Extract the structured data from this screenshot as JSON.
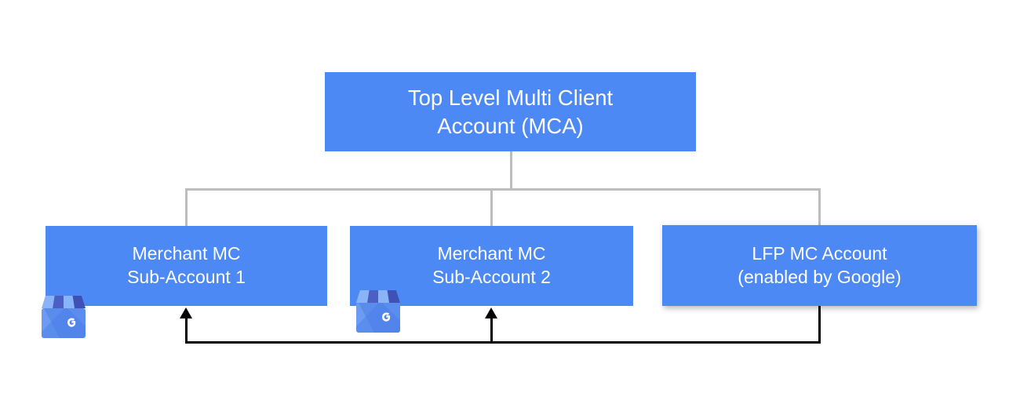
{
  "diagram": {
    "title_text": "Top Level Multi Client Account (MCA)",
    "colors": {
      "node_blue": "#4d89f5",
      "node_text": "#ffffff",
      "hierarchy_line": "#bdbdbd",
      "feed_line": "#000000",
      "background": "#ffffff"
    },
    "nodes": [
      {
        "id": "top-level-mca",
        "label": "Top Level Multi Client\nAccount (MCA)",
        "level": "root"
      },
      {
        "id": "merchant-mc-sub-account-1",
        "label": "Merchant MC\nSub-Account 1",
        "level": "child",
        "icon": "google-my-business-icon"
      },
      {
        "id": "merchant-mc-sub-account-2",
        "label": "Merchant MC\nSub-Account 2",
        "level": "child",
        "icon": "google-my-business-icon"
      },
      {
        "id": "lfp-mc-account",
        "label": "LFP MC Account\n(enabled by Google)",
        "level": "child"
      }
    ],
    "connectors": {
      "hierarchy": "Top Level MCA branches to three child accounts",
      "feed": "LFP MC Account feeds into Merchant MC Sub-Account 1 and Merchant MC Sub-Account 2"
    },
    "icons": {
      "gmb_letter": "G",
      "gmb_name": "google-my-business-icon"
    }
  }
}
